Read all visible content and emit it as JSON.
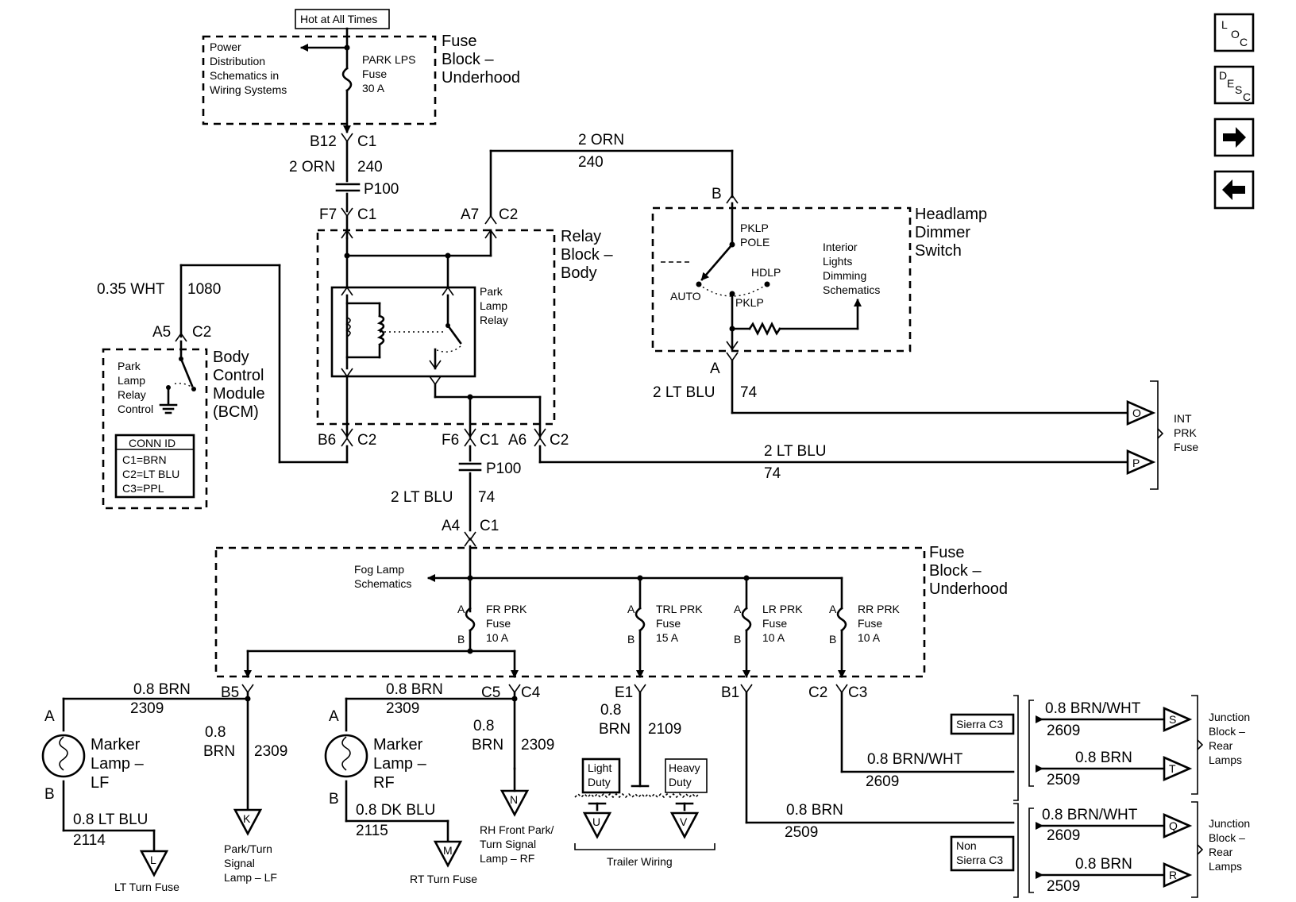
{
  "header": {
    "hot_label": "Hot at All Times"
  },
  "nav": {
    "loc": {
      "l": "L",
      "o": "O",
      "c": "C"
    },
    "desc": {
      "d": "D",
      "e": "E",
      "s": "S",
      "c": "C"
    }
  },
  "fuse_block_top": {
    "title": [
      "Fuse",
      "Block –",
      "Underhood"
    ],
    "power_note": [
      "Power",
      "Distribution",
      "Schematics in",
      "Wiring Systems"
    ],
    "fuse": [
      "PARK LPS",
      "Fuse",
      "30 A"
    ]
  },
  "top_wires": {
    "b12": "B12",
    "c1": "C1",
    "wire_color": "2 ORN",
    "circuit": "240",
    "p100": "P100",
    "f7": "F7",
    "c1b": "C1",
    "a7": "A7",
    "c2": "C2",
    "orn_color": "2 ORN",
    "orn_circuit": "240"
  },
  "relay_block": {
    "title": [
      "Relay",
      "Block –",
      "Body"
    ],
    "relay": [
      "Park",
      "Lamp",
      "Relay"
    ],
    "b6": "B6",
    "c2": "C2",
    "f6": "F6",
    "c1": "C1",
    "a6": "A6",
    "c2b": "C2"
  },
  "bcm": {
    "wire_color": "0.35 WHT",
    "circuit": "1080",
    "a5": "A5",
    "c2": "C2",
    "title": [
      "Body",
      "Control",
      "Module",
      "(BCM)"
    ],
    "control": [
      "Park",
      "Lamp",
      "Relay",
      "Control"
    ],
    "conn": [
      "CONN ID",
      "C1=BRN",
      "C2=LT BLU",
      "C3=PPL"
    ]
  },
  "headlamp": {
    "b": "B",
    "title": [
      "Headlamp",
      "Dimmer",
      "Switch"
    ],
    "pole": [
      "PKLP",
      "POLE"
    ],
    "hdlp": "HDLP",
    "auto": "AUTO",
    "pklp": "PKLP",
    "interior": [
      "Interior",
      "Lights",
      "Dimming",
      "Schematics"
    ],
    "a": "A",
    "wire_color": "2 LT BLU",
    "circuit": "74"
  },
  "int_fuse": {
    "o": "O",
    "p": "P",
    "label": [
      "INT",
      "PRK",
      "Fuse"
    ],
    "wire_color": "2 LT BLU",
    "circuit": "74"
  },
  "mid": {
    "p100": "P100",
    "wire_color": "2 LT BLU",
    "circuit": "74",
    "a4": "A4",
    "c1": "C1"
  },
  "fuse_block_bottom": {
    "title": [
      "Fuse",
      "Block –",
      "Underhood"
    ],
    "fog": [
      "Fog Lamp",
      "Schematics"
    ],
    "fuses": [
      {
        "name": [
          "FR PRK",
          "Fuse",
          "10 A"
        ]
      },
      {
        "name": [
          "TRL PRK",
          "Fuse",
          "15 A"
        ]
      },
      {
        "name": [
          "LR PRK",
          "Fuse",
          "10 A"
        ]
      },
      {
        "name": [
          "RR PRK",
          "Fuse",
          "10 A"
        ]
      }
    ],
    "pin_a": "A",
    "pin_b": "B"
  },
  "bottom": {
    "b5": "B5",
    "c5": "C5",
    "c4": "C4",
    "e1": "E1",
    "b1": "B1",
    "c2": "C2",
    "c3": "C3",
    "brn": "0.8 BRN",
    "c2309": "2309",
    "brn_a": "0.8",
    "brn_b": "BRN",
    "c2109": "2109",
    "marker_lf": [
      "Marker",
      "Lamp –",
      "LF"
    ],
    "marker_rf": [
      "Marker",
      "Lamp –",
      "RF"
    ],
    "pin_a": "A",
    "pin_b": "B",
    "lt_blu": "0.8 LT BLU",
    "c2114": "2114",
    "dk_blu": "0.8 DK BLU",
    "c2115": "2115",
    "k": "K",
    "l": "L",
    "m": "M",
    "n": "N",
    "u": "U",
    "v": "V",
    "k_label": [
      "Park/Turn",
      "Signal",
      "Lamp – LF"
    ],
    "l_label": "LT Turn Fuse",
    "m_label": "RT Turn Fuse",
    "n_label": [
      "RH Front Park/",
      "Turn Signal",
      "Lamp – RF"
    ],
    "light_duty": [
      "Light",
      "Duty"
    ],
    "heavy_duty": [
      "Heavy",
      "Duty"
    ],
    "trailer": "Trailer Wiring",
    "brn_wht": "0.8 BRN/WHT",
    "c2609": "2609",
    "c2509": "2509"
  },
  "rear": {
    "sierra": "Sierra C3",
    "non_sierra": [
      "Non",
      "Sierra C3"
    ],
    "brn_wht": "0.8 BRN/WHT",
    "brn": "0.8 BRN",
    "c2609": "2609",
    "c2509": "2509",
    "s": "S",
    "t": "T",
    "q": "Q",
    "r": "R",
    "jb": [
      "Junction",
      "Block –",
      "Rear",
      "Lamps"
    ]
  }
}
